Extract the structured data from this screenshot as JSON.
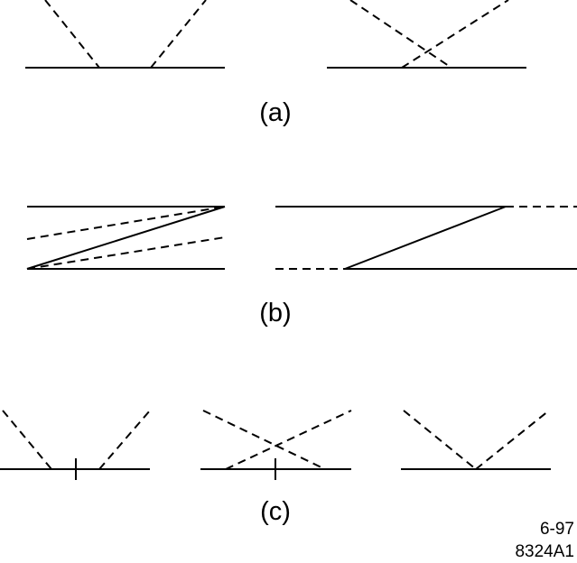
{
  "labels": {
    "a": "(a)",
    "b": "(b)",
    "c": "(c)"
  },
  "figure_code": {
    "line1": "6-97",
    "line2": "8324A1"
  }
}
